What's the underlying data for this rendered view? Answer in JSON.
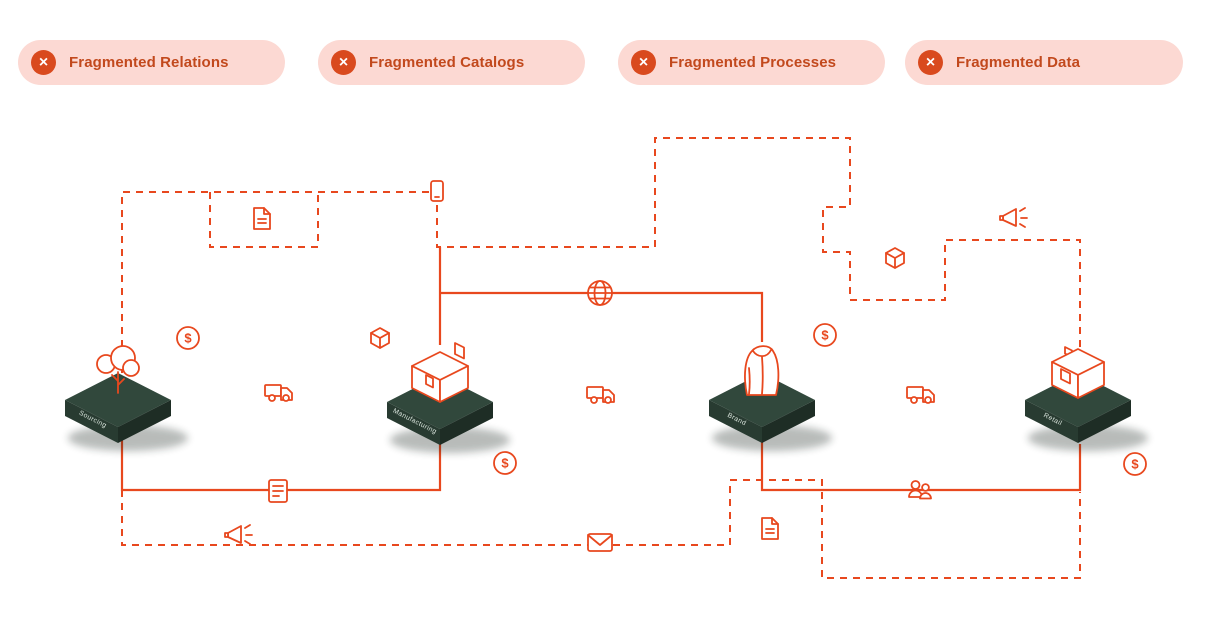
{
  "badges": [
    {
      "label": "Fragmented Relations",
      "icon": "x-circle-icon"
    },
    {
      "label": "Fragmented Catalogs",
      "icon": "x-circle-icon"
    },
    {
      "label": "Fragmented Processes",
      "icon": "x-circle-icon"
    },
    {
      "label": "Fragmented Data",
      "icon": "x-circle-icon"
    }
  ],
  "glyphs": {
    "x": "×",
    "dollar": "$"
  },
  "diagram": {
    "nodes": [
      {
        "label": "Sourcing",
        "icon": "tree-icon"
      },
      {
        "label": "Manufacturing",
        "icon": "factory-icon"
      },
      {
        "label": "Brand",
        "icon": "jacket-icon"
      },
      {
        "label": "Retail",
        "icon": "store-icon"
      }
    ],
    "path_icons": [
      "document-icon",
      "phone-icon",
      "dollar-icon",
      "package-icon",
      "truck-icon",
      "globe-icon",
      "truck-icon",
      "dollar-icon",
      "cube-icon",
      "megaphone-icon",
      "truck-icon",
      "dollar-icon",
      "dollar-icon",
      "invoice-icon",
      "megaphone-icon",
      "envelope-icon",
      "document-icon",
      "people-icon"
    ],
    "line_styles": [
      "dashed",
      "solid"
    ]
  },
  "colors": {
    "badge_bg": "#fcd9d3",
    "badge_text": "#c2491d",
    "accent": "#d94a1e",
    "line": "#e8481e",
    "node_top": "#31483c",
    "node_left": "#283b31",
    "node_right": "#1e2d25",
    "node_label": "#d9e4dc",
    "background": "#ffffff"
  }
}
